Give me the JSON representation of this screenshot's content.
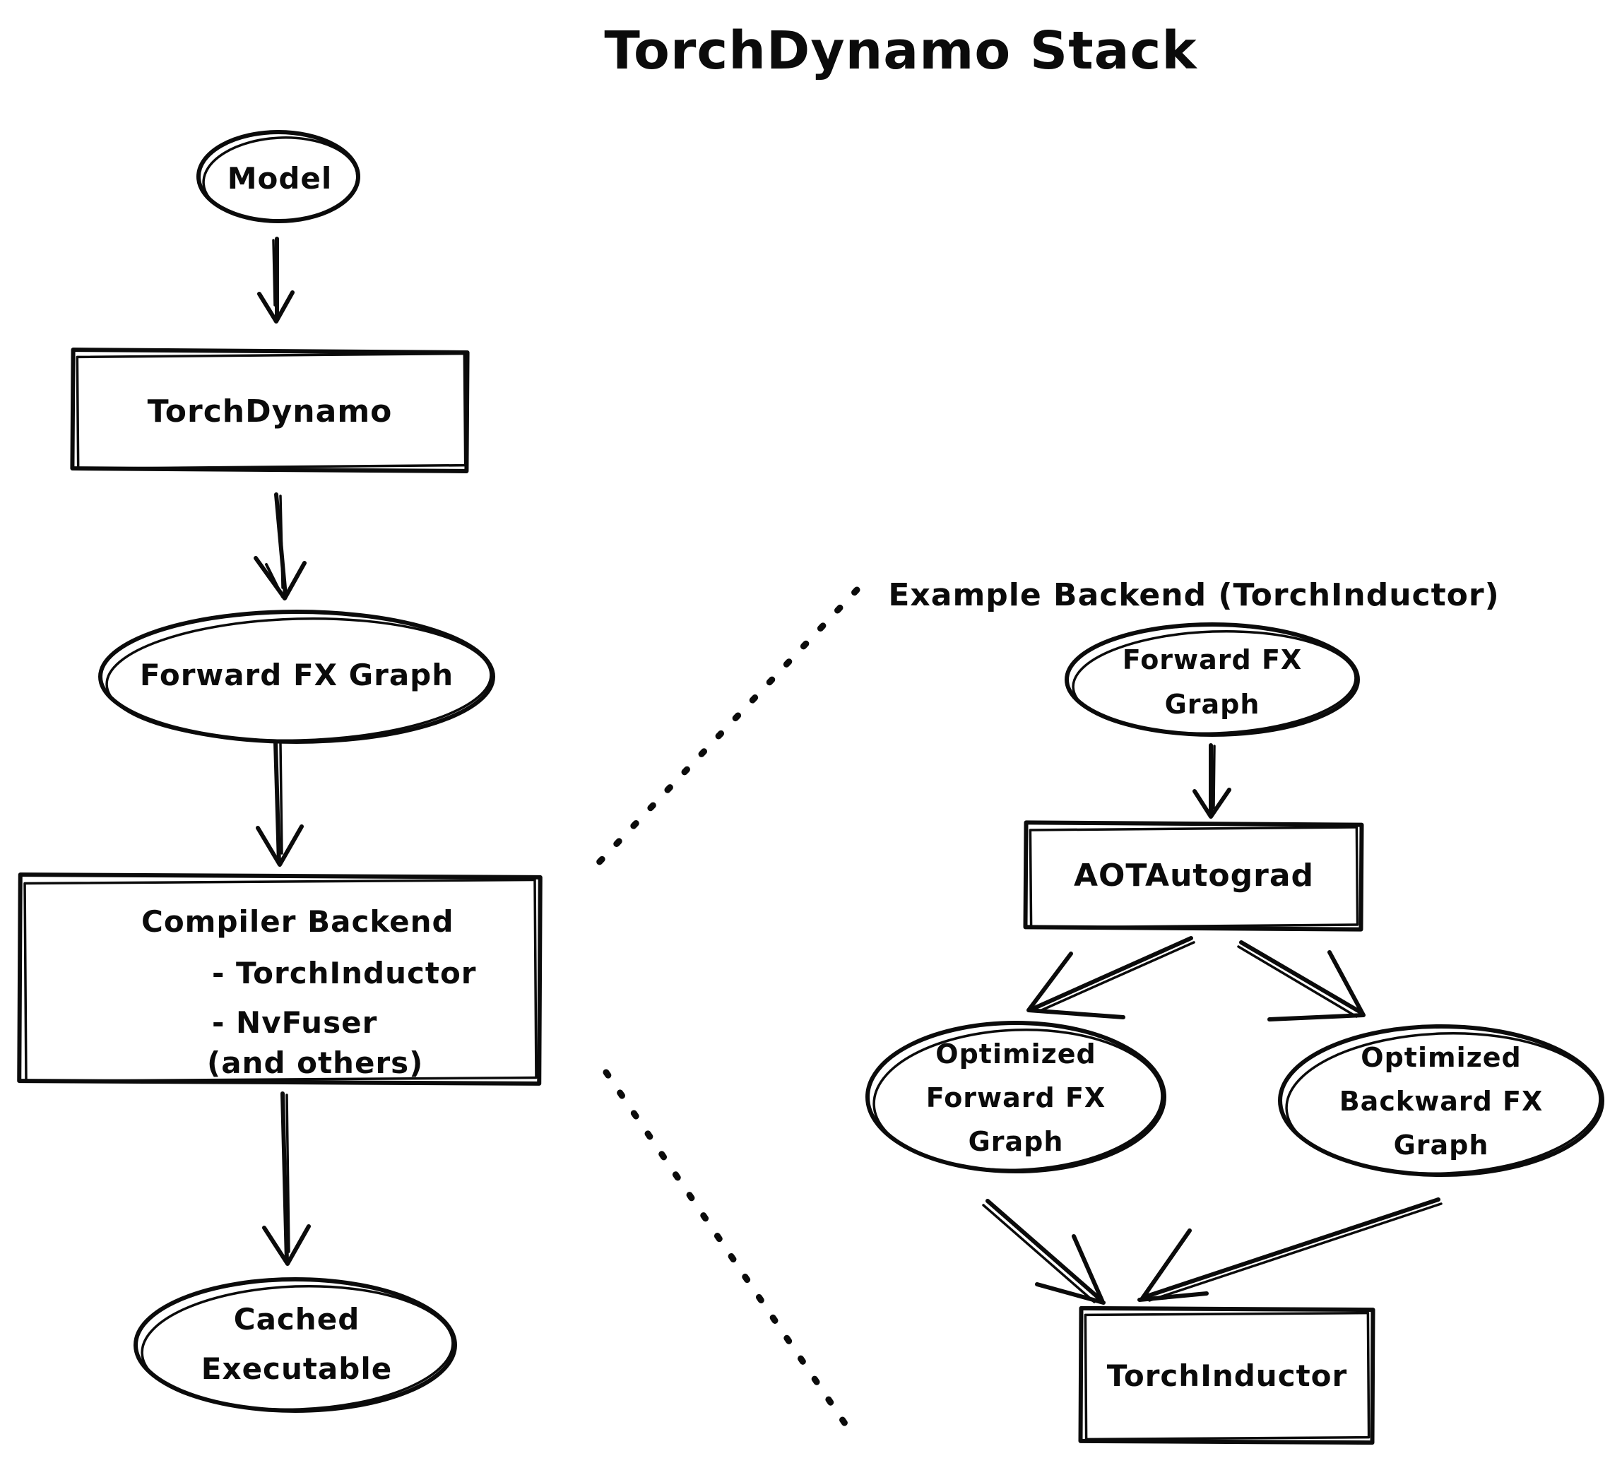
{
  "title": "TorchDynamo Stack",
  "colors": {
    "ink": "#0b0b0b",
    "background": "#ffffff"
  },
  "left_flow": {
    "model": "Model",
    "torchdynamo": "TorchDynamo",
    "forward_fx_graph": "Forward FX Graph",
    "compiler_backend": {
      "line1": "Compiler Backend",
      "line2": "- TorchInductor",
      "line3": "- NvFuser",
      "line4": "(and others)"
    },
    "cached_executable": {
      "line1": "Cached",
      "line2": "Executable"
    }
  },
  "right_flow": {
    "section_label": "Example Backend (TorchInductor)",
    "forward_fx_graph": {
      "line1": "Forward FX",
      "line2": "Graph"
    },
    "aot_autograd": "AOTAutograd",
    "optimized_forward": {
      "line1": "Optimized",
      "line2": "Forward FX",
      "line3": "Graph"
    },
    "optimized_backward": {
      "line1": "Optimized",
      "line2": "Backward FX",
      "line3": "Graph"
    },
    "torchinductor": "TorchInductor"
  }
}
